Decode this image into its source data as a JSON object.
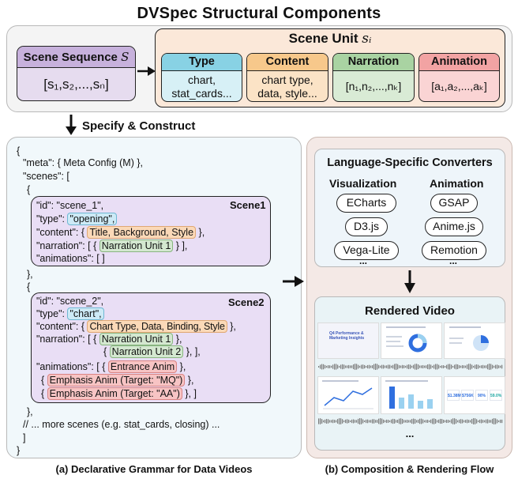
{
  "title": "DVSpec Structural Components",
  "scene_sequence": {
    "label": "Scene Sequence",
    "var": "S",
    "value": "[s₁,s₂,...,sₙ]"
  },
  "scene_unit": {
    "label": "Scene Unit",
    "var": "sᵢ",
    "cards": [
      {
        "head": "Type",
        "line1": "chart,",
        "line2": "stat_cards...",
        "head_color": "#88d2e4",
        "body_color": "#d7f0f6"
      },
      {
        "head": "Content",
        "line1": "chart type,",
        "line2": "data, style...",
        "head_color": "#f7c88b",
        "body_color": "#fbe3c6"
      },
      {
        "head": "Narration",
        "line1": "[n₁,n₂,...,nₖ]",
        "line2": "",
        "head_color": "#a9d3a2",
        "body_color": "#d9ebd5"
      },
      {
        "head": "Animation",
        "line1": "[a₁,a₂,...,aₖ]",
        "line2": "",
        "head_color": "#f2a3a3",
        "body_color": "#fad4d4"
      }
    ]
  },
  "arrow_label": "Specify & Construct",
  "code": {
    "open_brace": "{",
    "meta_key": "\"meta\": { Meta Config (M) },",
    "scenes_key": "\"scenes\": [",
    "obj_open": "{",
    "scene1": {
      "label": "Scene1",
      "id_line": "\"id\": \"scene_1\",",
      "type_key": "\"type\":",
      "type_val": "\"opening\",",
      "content_key": "\"content\": {",
      "content_val": "Title, Background, Style",
      "content_close": "},",
      "narration_key": "\"narration\": [ {",
      "narration_val": "Narration Unit 1",
      "narration_close": "} ],",
      "animations_line": "\"animations\": [ ]"
    },
    "obj_close1": "},",
    "obj_open2": "{",
    "scene2": {
      "label": "Scene2",
      "id_line": "\"id\": \"scene_2\",",
      "type_key": "\"type\":",
      "type_val": "\"chart\",",
      "content_key": "\"content\": {",
      "content_val": "Chart Type, Data, Binding, Style",
      "content_close": "},",
      "narration_key": "\"narration\": [ {",
      "narration_val1": "Narration Unit 1",
      "narration_mid": "},",
      "narration_open2": "{",
      "narration_val2": "Narration Unit 2",
      "narration_close": "},   ],",
      "animations_key": "\"animations\": [ {",
      "anim1": "Entrance Anim",
      "anim1_close": "},",
      "anim2_open": "{",
      "anim2": "Emphasis Anim (Target: \"MQ\")",
      "anim2_close": "},",
      "anim3_open": "{",
      "anim3": "Emphasis Anim (Target: \"AA\")",
      "anim3_close": "}, ]"
    },
    "obj_close2": "},",
    "more_line": "// ... more scenes (e.g. stat_cards, closing) ...",
    "arr_close": "]",
    "close_brace": "}"
  },
  "converters": {
    "title": "Language-Specific Converters",
    "vis_head": "Visualization",
    "anim_head": "Animation",
    "vis_items": [
      "ECharts",
      "D3.js",
      "Vega-Lite"
    ],
    "anim_items": [
      "GSAP",
      "Anime.js",
      "Remotion"
    ],
    "ellipsis": "..."
  },
  "video": {
    "title": "Rendered Video",
    "ellipsis": "...",
    "thumb1_title": "Q4 Performance & Marketing Insights",
    "stat_values": [
      "$1.38M",
      "$756K",
      "90%",
      "59.0%"
    ]
  },
  "captions": {
    "left": "(a) Declarative Grammar for Data Videos",
    "right": "(b) Composition & Rendering Flow"
  },
  "colors": {
    "scene_seq_head": "#c7b1dc",
    "scene_unit_bg": "#fbe8d9",
    "scene_box_bg": "#e9def5",
    "stat_blue": "#2f6fdf",
    "stat_teal": "#1aa6a0"
  }
}
